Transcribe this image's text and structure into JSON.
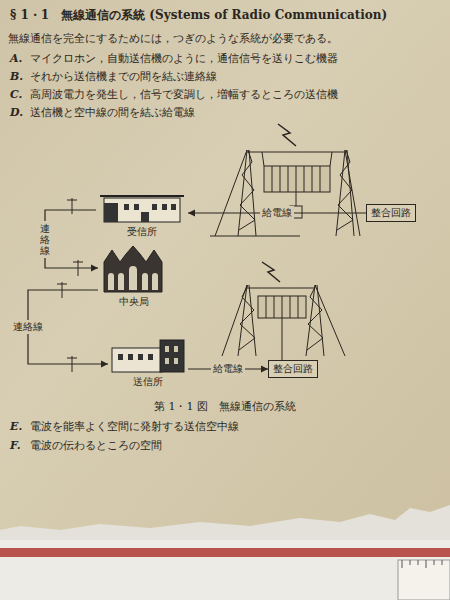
{
  "diagram": {
    "title": "§ 1・1　無線通信の系統 (Systems of Radio Communication)",
    "caption": "第 1・1 図　無線通信の系統",
    "nodes": [
      {
        "text": [
          "受信所"
        ]
      },
      {
        "text": [
          "整合回路"
        ]
      },
      {
        "text": [
          "中央局"
        ]
      },
      {
        "text": [
          "送信所"
        ]
      },
      {
        "text": [
          "整合回路"
        ]
      }
    ],
    "edges": [
      {
        "from": 1,
        "to": 0,
        "arrow": "to",
        "label": "給電線"
      },
      {
        "from": 0,
        "to": 2,
        "arrow": "to",
        "label": "連絡線"
      },
      {
        "from": 2,
        "to": 3,
        "arrow": "to",
        "label": "連絡線"
      },
      {
        "from": 3,
        "to": 4,
        "arrow": "to",
        "label": "給電線"
      }
    ],
    "labels": [
      "無線通信を完全にするためには，つぎのような系統が必要である。",
      "A.",
      "マイクロホン，自動送信機のように，通信信号を送りこむ機器",
      "B.",
      "それから送信機までの間を結ぶ連絡線",
      "C.",
      "高周波電力を発生し，信号で変調し，増幅するところの送信機",
      "D.",
      "送信機と空中線の間を結ぶ給電線",
      "E.",
      "電波を能率よく空間に発射する送信空中線",
      "F.",
      "電波の伝わるところの空間"
    ]
  }
}
